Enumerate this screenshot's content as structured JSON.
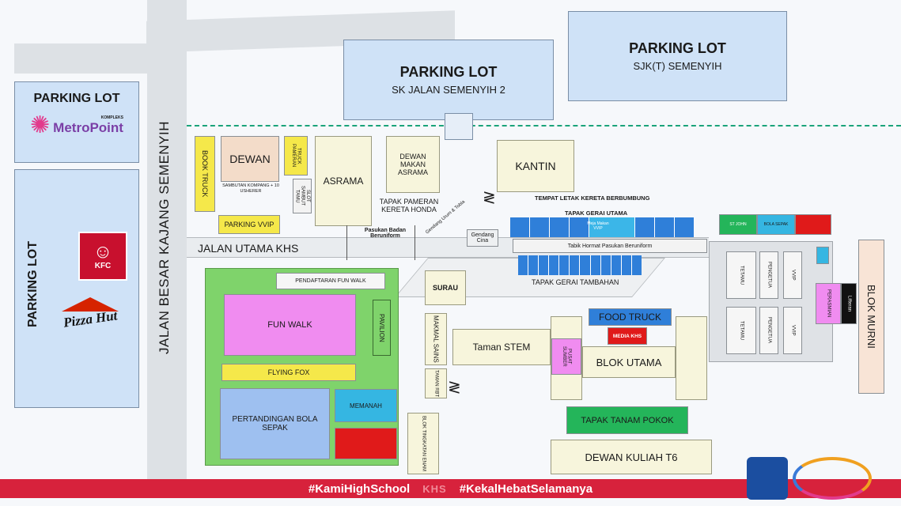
{
  "colors": {
    "accent_red": "#d7223c",
    "lot_blue": "#cfe2f7",
    "field_green": "#7fd36b",
    "funwalk_pink": "#f08cf0",
    "yellow": "#f5e84a",
    "stall_blue": "#2f7fd9",
    "dashed_line": "#1aa37a"
  },
  "lots": {
    "top_center": {
      "title": "PARKING LOT",
      "subtitle": "SK JALAN SEMENYIH 2"
    },
    "top_right": {
      "title": "PARKING LOT",
      "subtitle": "SJK(T) SEMENYIH"
    },
    "left_upper": {
      "title": "PARKING LOT",
      "logo_small": "KOMPLEKS",
      "logo": "MetroPoint"
    },
    "left_lower": {
      "title": "PARKING LOT",
      "kfc": "KFC",
      "pizza": "Pizza Hut"
    }
  },
  "roads": {
    "main_vertical": "JALAN BESAR KAJANG SEMENYIH",
    "main_horizontal": "JALAN UTAMA KHS",
    "pasukan": "Pasukan Badan Beruniform"
  },
  "buildings": {
    "book_truck": "BOOK TRUCK",
    "dewan": "DEWAN",
    "truck_pameran": "TRUCK PAMERAN",
    "sambutan": "SAMBUTAN KOMPANG + 10 USHERER",
    "slot_sambut": "SLOT SAMBUT TAMU",
    "parking_vvip": "PARKING VVIP",
    "asrama": "ASRAMA",
    "dewan_makan": "DEWAN MAKAN ASRAMA",
    "tapak_pameran": "TAPAK PAMERAN KERETA HONDA",
    "gendang_label": "Gendang Urum & Tobla",
    "gendang_cina": "Gendang Cina",
    "kantin": "KANTIN",
    "tempat_letak": "TEMPAT LETAK KERETA BERBUMBUNG",
    "tapak_gerai_utama": "TAPAK GERAI UTAMA",
    "meja_vvip": "Meja Makan VVIP",
    "tabik_hormat": "Tabik Hormat Pasukan Beruniform",
    "tapak_gerai_tambahan": "TAPAK GERAI TAMBAHAN",
    "surau": "SURAU",
    "makmal_sains": "MAKMAL SAINS",
    "taman_stem": "Taman STEM",
    "food_truck": "FOOD TRUCK",
    "media_khs": "MEDIA KHS",
    "pusat_sumber": "PUSAT SUMBER",
    "blok_utama": "BLOK UTAMA",
    "taman_rbt": "TAMAN RBT",
    "blok_tingkatan": "BLOK TINGKATAN ENAM",
    "tapak_tanam": "TAPAK TANAM POKOK",
    "dewan_kuliah": "DEWAN KULIAH T6",
    "pendaftaran": "PENDAFTARAN FUN WALK",
    "fun_walk": "FUN WALK",
    "pavilion": "PAVILION",
    "flying_fox": "FLYING FOX",
    "bola_sepak": "PERTANDINGAN BOLA SEPAK",
    "memanah": "MEMANAH",
    "st_john": "ST JOHN",
    "bola_sepak_small": "BOLA SEPAK",
    "tetamu": "TETAMU",
    "pengetua": "PENGETUA",
    "vvip": "VVIP",
    "perasmian": "PERASMIAN",
    "lifteran": "Lifteran",
    "blok_murni": "BLOK MURNI"
  },
  "footer": {
    "left": "#KamiHighSchool",
    "middle": "KHS",
    "right": "#KekalHebatSelamanya"
  }
}
